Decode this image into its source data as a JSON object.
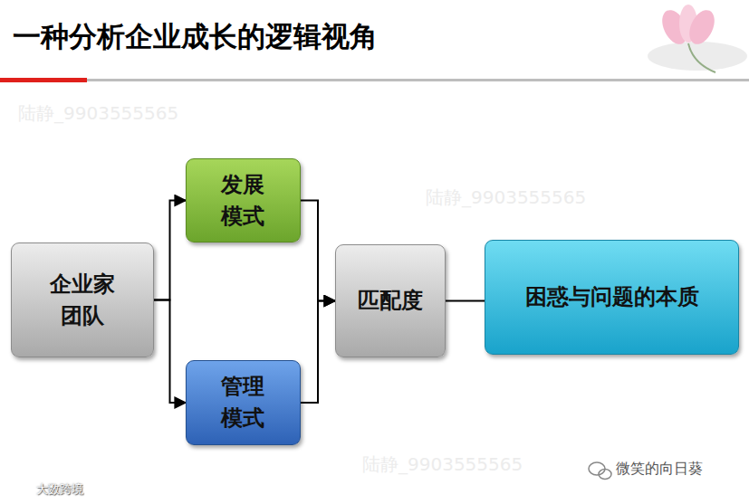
{
  "diagram": {
    "title": "一种分析企业成长的逻辑视角",
    "nodes": [
      {
        "text": [
          "企业家团队"
        ]
      },
      {
        "text": [
          "发展模式"
        ]
      },
      {
        "text": [
          "管理模式"
        ]
      },
      {
        "text": [
          "匹配度"
        ]
      },
      {
        "text": [
          "困惑与问题的本质"
        ]
      }
    ],
    "edges": [
      {
        "from": 0,
        "to": 1,
        "arrow": "to"
      },
      {
        "from": 0,
        "to": 2,
        "arrow": "to"
      },
      {
        "from": 1,
        "to": 3,
        "arrow": "to"
      },
      {
        "from": 2,
        "to": 3,
        "arrow": "to"
      },
      {
        "from": 3,
        "to": 4,
        "arrow": "none"
      }
    ],
    "labels": [
      "陆静_9903555565",
      "陆静_9903555565",
      "陆静_9903555565",
      "微笑的向日葵",
      "大数跨境"
    ]
  }
}
